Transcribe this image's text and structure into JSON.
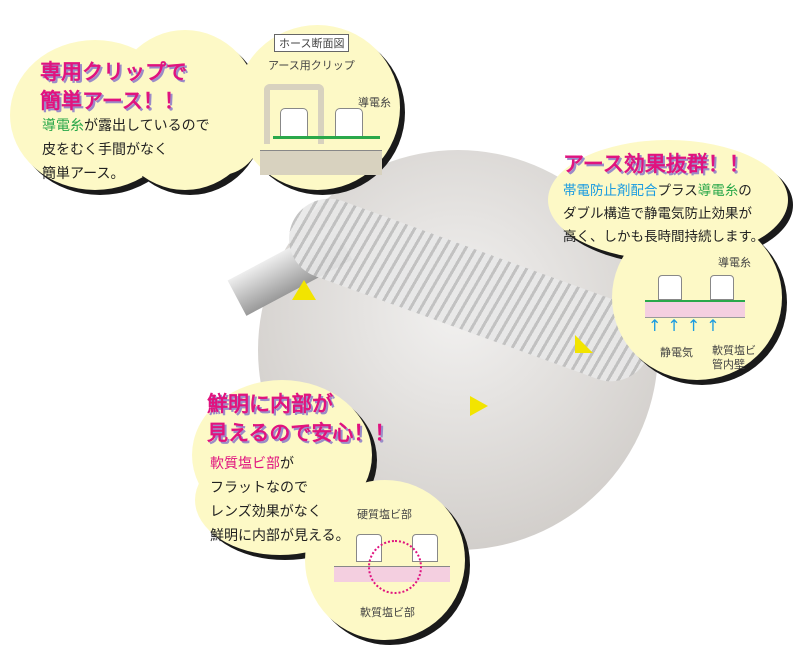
{
  "bubble_clip": {
    "title_lines": [
      "専用クリップで",
      "簡単アース！！"
    ],
    "body_highlight": "導電糸",
    "body_rest1": "が露出しているので",
    "body_lines": [
      "皮をむく手間がなく",
      "簡単アース。"
    ],
    "diagram": {
      "box_label": "ホース断面図",
      "clip_label": "アース用クリップ",
      "wire_label": "導電糸"
    }
  },
  "bubble_earth": {
    "title": "アース効果抜群！！",
    "hl1": "帯電防止剤配合",
    "mid": "プラス",
    "hl2": "導電糸",
    "end": "の",
    "body_lines": [
      "ダブル構造で静電気防止効果が",
      "高く、しかも長時間持続します。"
    ],
    "diagram": {
      "wire_label": "導電糸",
      "static_label": "静電気",
      "wall_label_lines": [
        "軟質塩ビ",
        "管内壁"
      ]
    }
  },
  "bubble_clear": {
    "title_lines": [
      "鮮明に内部が",
      "見えるので安心！！"
    ],
    "hl": "軟質塩ビ部",
    "hl_suffix": "が",
    "body_lines": [
      "フラットなので",
      "レンズ効果がなく",
      "鮮明に内部が見える。"
    ],
    "diagram": {
      "hard_label": "硬質塩ビ部",
      "soft_label": "軟質塩ビ部"
    }
  },
  "colors": {
    "accent": "#e0137f",
    "green": "#2aa84a",
    "blue": "#1b9ce0",
    "bubble": "#fdf9c6"
  }
}
